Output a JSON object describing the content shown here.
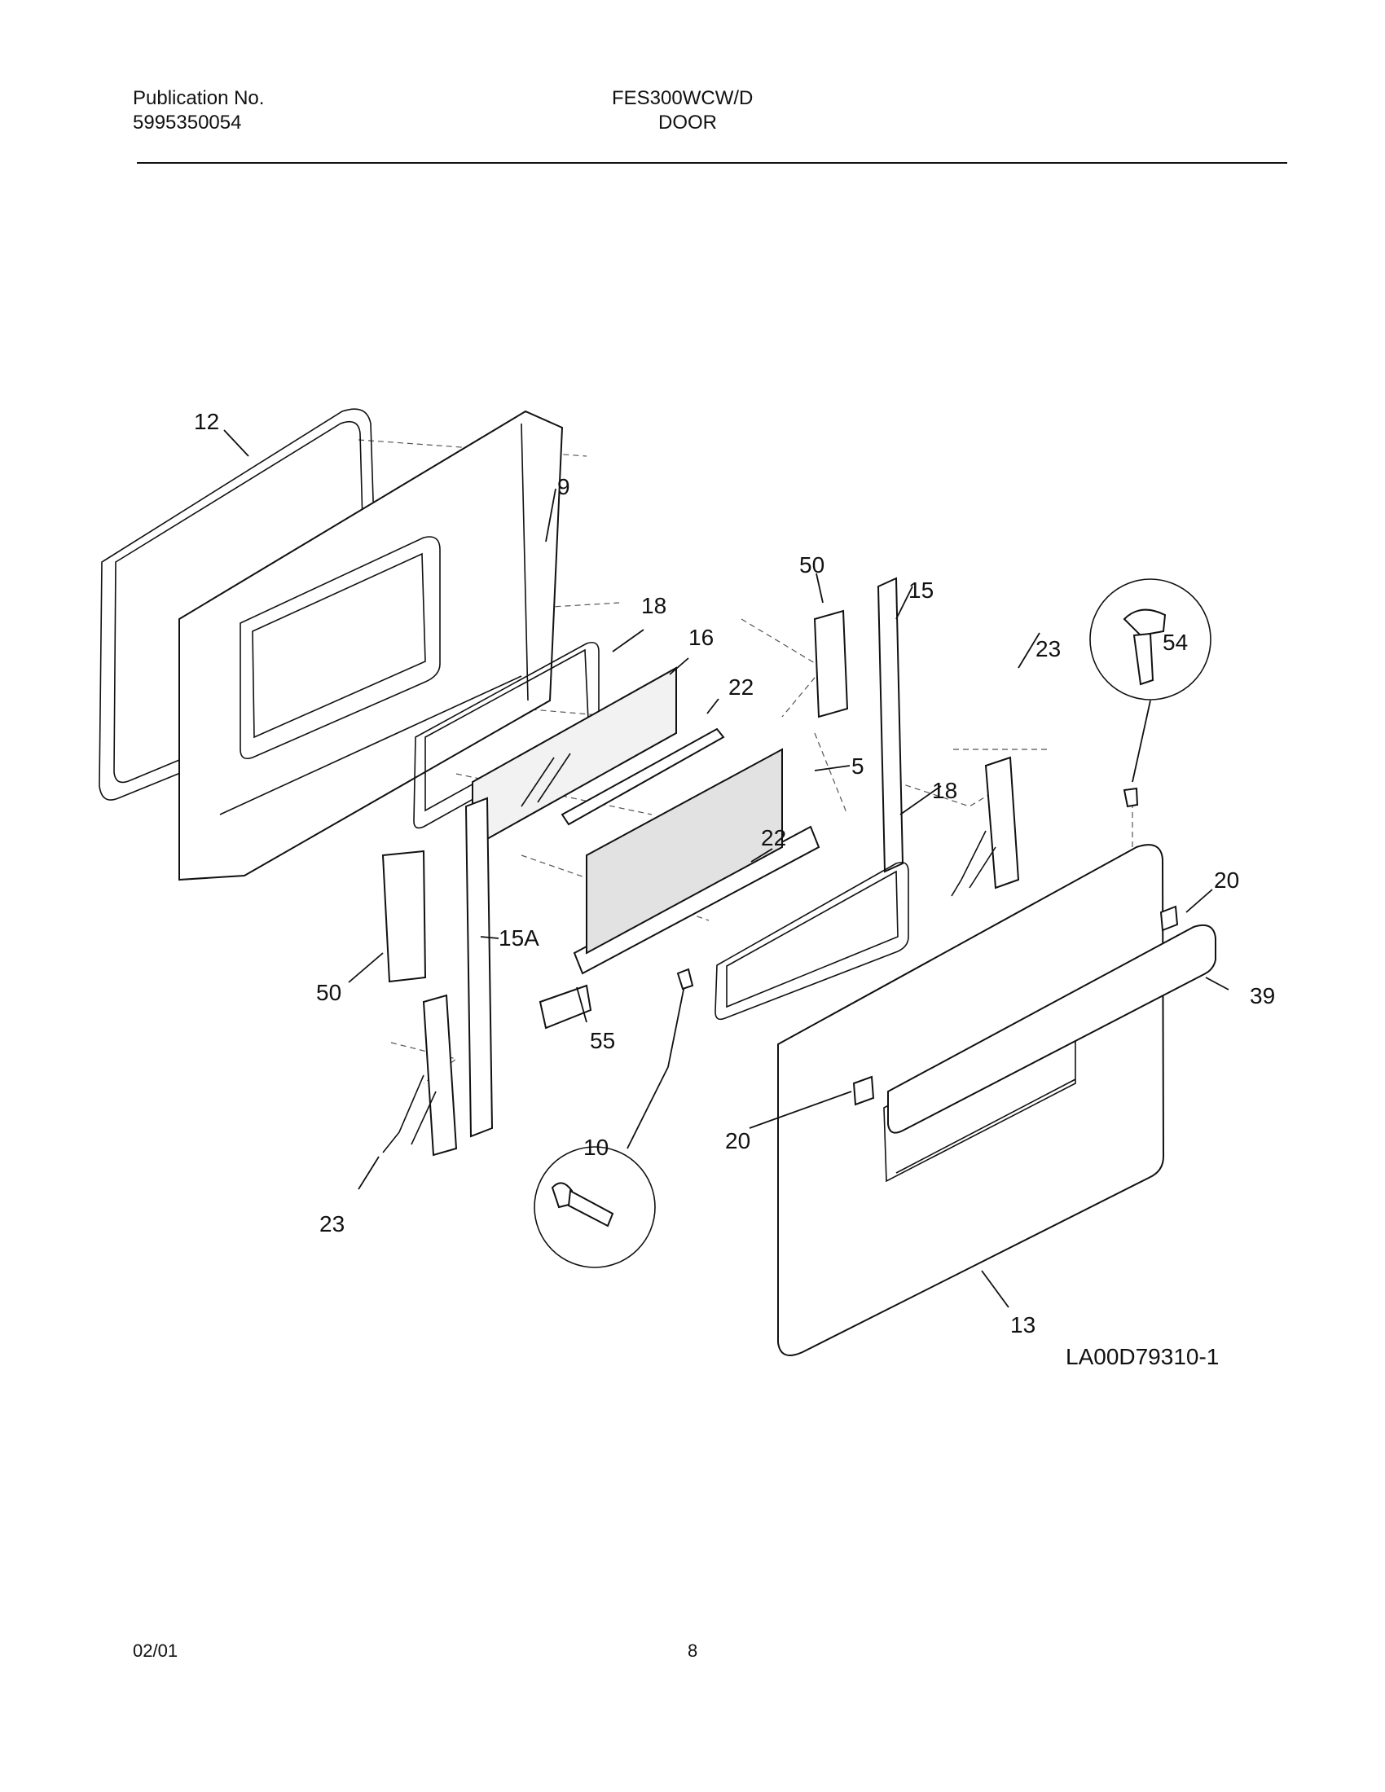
{
  "header": {
    "publication_label": "Publication No.",
    "publication_number": "5995350054",
    "model": "FES300WCW/D",
    "section": "DOOR"
  },
  "figure_id": "LA00D79310-1",
  "callouts": {
    "p12": "12",
    "p9": "9",
    "p18a": "18",
    "p16": "16",
    "p50a": "50",
    "p15": "15",
    "p22a": "22",
    "p5": "5",
    "p18b": "18",
    "p22b": "22",
    "p15a": "15A",
    "p50b": "50",
    "p55": "55",
    "p23a": "23",
    "p23b": "23",
    "p54": "54",
    "p20a": "20",
    "p39": "39",
    "p10": "10",
    "p20b": "20",
    "p13": "13"
  },
  "footer": {
    "date": "02/01",
    "page": "8"
  }
}
